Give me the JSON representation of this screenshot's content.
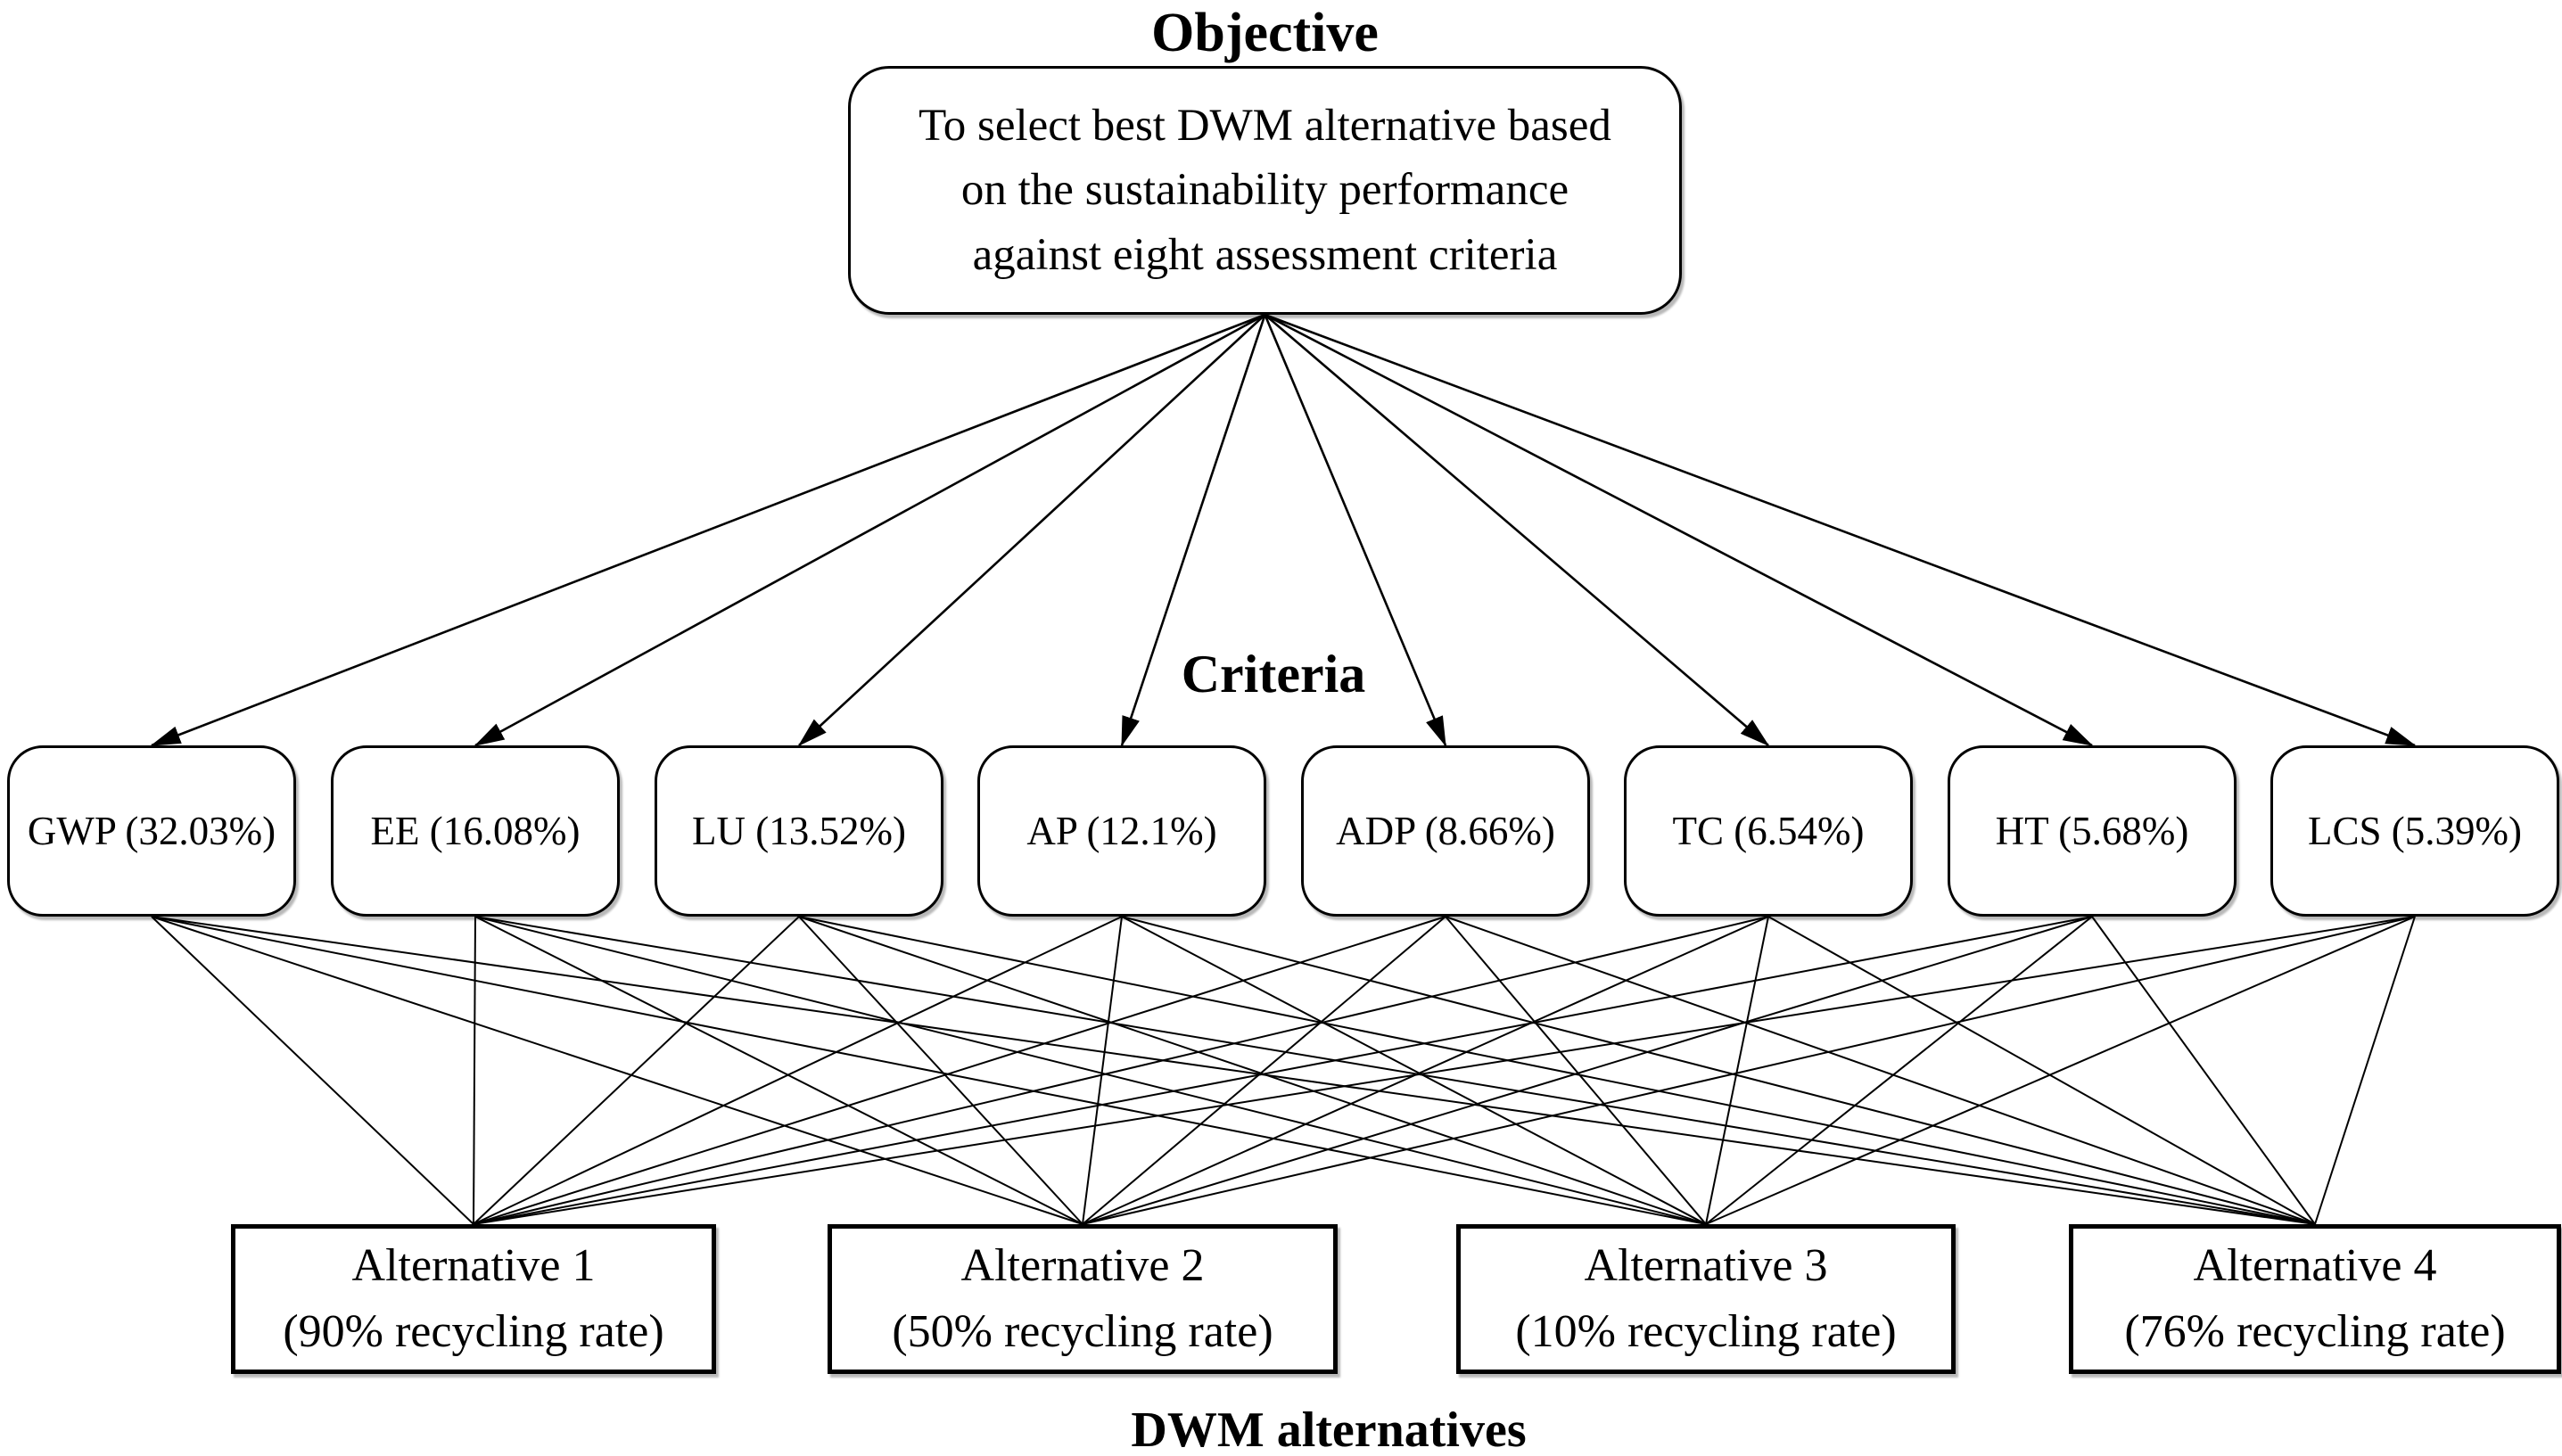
{
  "headings": {
    "objective": "Objective",
    "criteria": "Criteria",
    "alternatives": "DWM alternatives"
  },
  "objective": {
    "lines": [
      "To select best DWM alternative based",
      "on the sustainability performance",
      "against eight assessment criteria"
    ]
  },
  "criteria": [
    {
      "id": "GWP",
      "label": "GWP (32.03%)",
      "weight_pct": 32.03
    },
    {
      "id": "EE",
      "label": "EE (16.08%)",
      "weight_pct": 16.08
    },
    {
      "id": "LU",
      "label": "LU (13.52%)",
      "weight_pct": 13.52
    },
    {
      "id": "AP",
      "label": "AP (12.1%)",
      "weight_pct": 12.1
    },
    {
      "id": "ADP",
      "label": "ADP (8.66%)",
      "weight_pct": 8.66
    },
    {
      "id": "TC",
      "label": "TC (6.54%)",
      "weight_pct": 6.54
    },
    {
      "id": "HT",
      "label": "HT (5.68%)",
      "weight_pct": 5.68
    },
    {
      "id": "LCS",
      "label": "LCS (5.39%)",
      "weight_pct": 5.39
    }
  ],
  "alternatives": [
    {
      "name": "Alternative 1",
      "detail": "(90% recycling rate)",
      "recycling_rate_pct": 90
    },
    {
      "name": "Alternative 2",
      "detail": "(50% recycling rate)",
      "recycling_rate_pct": 50
    },
    {
      "name": "Alternative 3",
      "detail": "(10% recycling rate)",
      "recycling_rate_pct": 10
    },
    {
      "name": "Alternative 4",
      "detail": "(76% recycling rate)",
      "recycling_rate_pct": 76
    }
  ],
  "colors": {
    "line": "#000000",
    "border": "#000000",
    "text": "#000000",
    "background": "#ffffff"
  }
}
